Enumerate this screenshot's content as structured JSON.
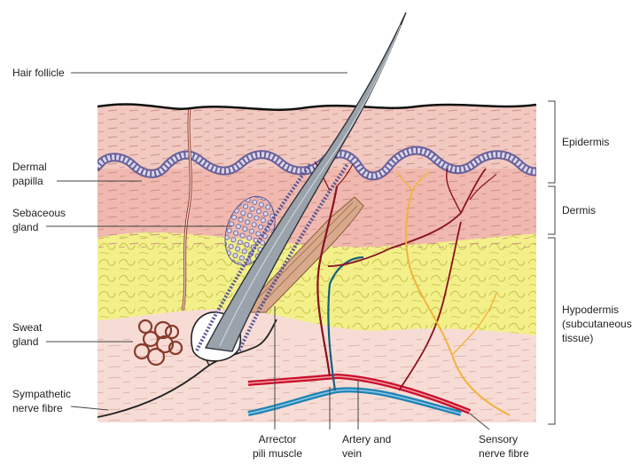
{
  "labels": {
    "hair_follicle": "Hair follicle",
    "dermal_papilla_1": "Dermal",
    "dermal_papilla_2": "papilla",
    "sebaceous_gland_1": "Sebaceous",
    "sebaceous_gland_2": "gland",
    "sweat_gland_1": "Sweat",
    "sweat_gland_2": "gland",
    "sympathetic_nerve_1": "Sympathetic",
    "sympathetic_nerve_2": "nerve fibre",
    "arrector_1": "Arrector",
    "arrector_2": "pili muscle",
    "artery_1": "Artery and",
    "artery_2": "vein",
    "sensory_1": "Sensory",
    "sensory_2": "nerve fibre",
    "epidermis": "Epidermis",
    "dermis": "Dermis",
    "hypodermis_1": "Hypodermis",
    "hypodermis_2": "(subcutaneous",
    "hypodermis_3": "tissue)"
  },
  "colors": {
    "epidermis": "#f2c9c0",
    "dermis": "#f0b8ae",
    "hypodermis_fat": "#f3f08a",
    "deep_tissue": "#f7dcd6",
    "basal_layer": "#b8b4dc",
    "hair": "#9aa3ab",
    "artery": "#c8102e",
    "vein": "#1e82b4",
    "sensory_nerve": "#f2b33d",
    "muscle": "#d9a98c"
  }
}
